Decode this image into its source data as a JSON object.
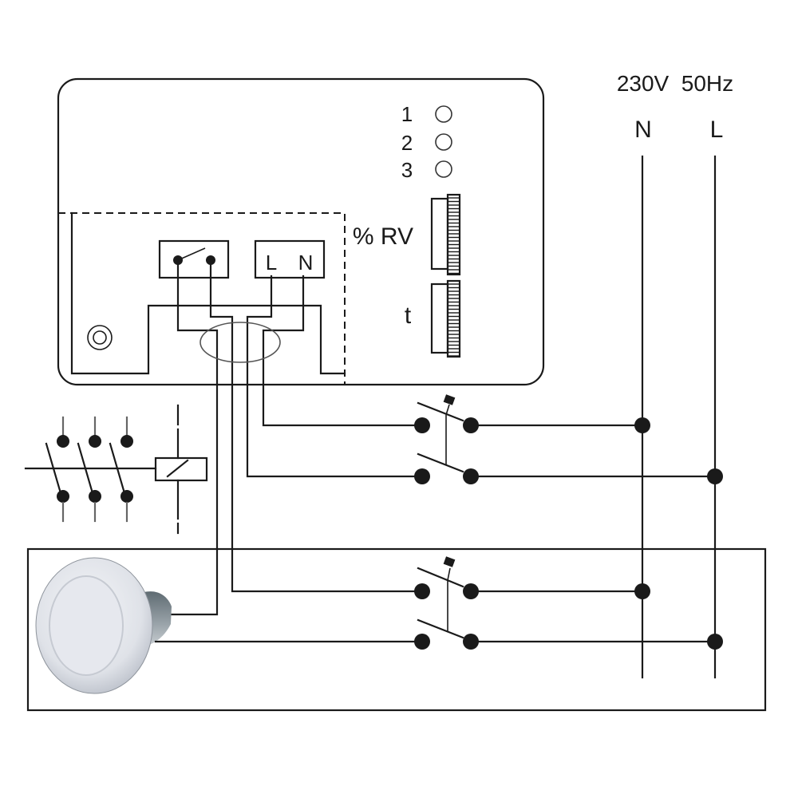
{
  "supply": {
    "label": "230V  50Hz",
    "neutral_label": "N",
    "line_label": "L"
  },
  "controller": {
    "indicators": [
      {
        "label": "1"
      },
      {
        "label": "2"
      },
      {
        "label": "3"
      }
    ],
    "humidity_knob_label": "% RV",
    "timer_knob_label": "t",
    "terminal_block": {
      "line_label": "L",
      "neutral_label": "N"
    }
  },
  "components": {
    "relay": "contactor-with-coil",
    "switches": "double-pole-switch",
    "fan": "extractor-fan"
  },
  "colors": {
    "line": "#1a1a1a",
    "background": "#ffffff",
    "fan_body": "#dfe2e8",
    "fan_face": "#e6e8ee",
    "fan_motor": "#7f8a90"
  }
}
